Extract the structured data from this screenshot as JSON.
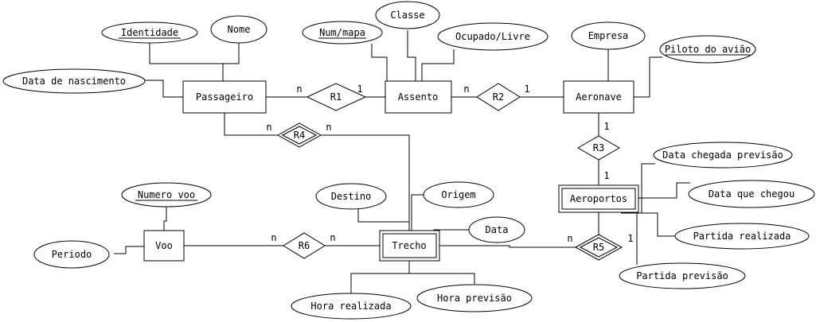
{
  "entities": {
    "passageiro": "Passageiro",
    "assento": "Assento",
    "aeronave": "Aeronave",
    "aeroportos": "Aeroportos",
    "voo": "Voo",
    "trecho": "Trecho"
  },
  "relationships": {
    "r1": "R1",
    "r2": "R2",
    "r3": "R3",
    "r4": "R4",
    "r5": "R5",
    "r6": "R6"
  },
  "attributes": {
    "identidade": "Identidade",
    "nome": "Nome",
    "data_nascimento": "Data de nascimento",
    "num_mapa": "Num/mapa",
    "classe": "Classe",
    "ocupado_livre": "Ocupado/Livre",
    "empresa": "Empresa",
    "piloto_aviao": "Piloto do avião",
    "data_chegada_previsao": "Data chegada previsão",
    "data_que_chegou": "Data que chegou",
    "partida_realizada": "Partida realizada",
    "partida_previsao": "Partida previsão",
    "destino": "Destino",
    "origem": "Origem",
    "data": "Data",
    "numero_voo": "Numero voo",
    "periodo": "Periodo",
    "hora_realizada": "Hora realizada",
    "hora_previsao": "Hora previsão"
  },
  "cardinalities": {
    "r1_passageiro": "n",
    "r1_assento": "1",
    "r2_assento": "n",
    "r2_aeronave": "1",
    "r3_aeronave": "1",
    "r3_aeroportos": "1",
    "r4_passageiro": "n",
    "r4_trecho": "n",
    "r5_trecho": "n",
    "r5_aeroportos": "1",
    "r6_voo": "n",
    "r6_trecho": "n"
  }
}
